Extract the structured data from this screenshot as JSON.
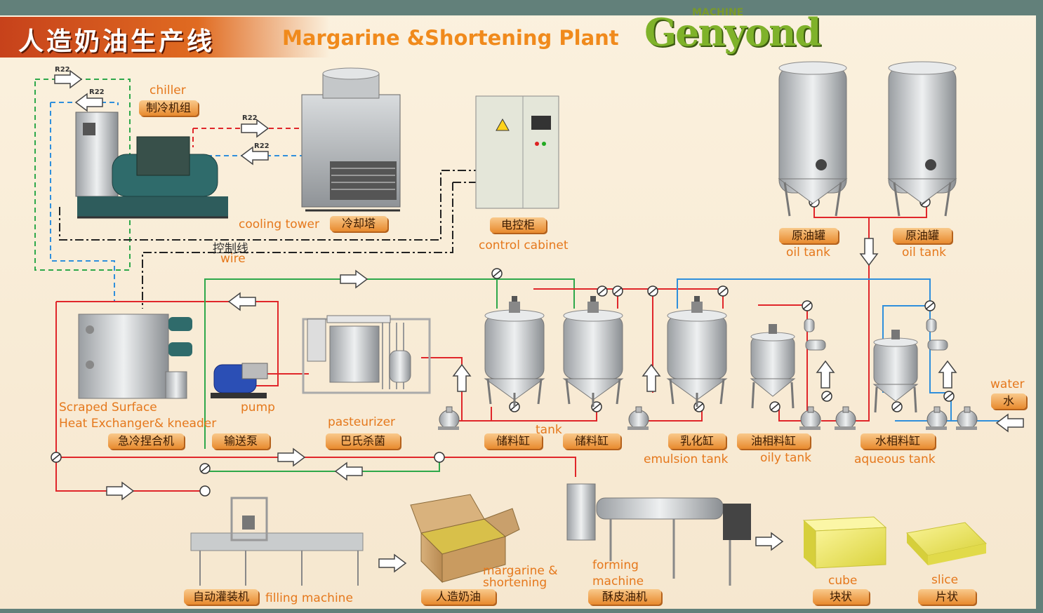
{
  "header": {
    "title_cn": "人造奶油生产线",
    "title_en": "Margarine &Shortening Plant",
    "logo_small": "MACHINE",
    "logo_main": "Genyond"
  },
  "refrigerant": {
    "label_1": "R22",
    "label_2": "R22",
    "label_3": "R22",
    "label_4": "R22"
  },
  "equipment": {
    "chiller": {
      "en": "chiller",
      "cn": "制冷机组"
    },
    "cooling_tower": {
      "en": "cooling tower",
      "cn": "冷却塔"
    },
    "control_wire": {
      "cn": "控制线",
      "en": "wire"
    },
    "control_cabinet": {
      "cn": "电控柜",
      "en": "control cabinet"
    },
    "oil_tank_1": {
      "cn": "原油罐",
      "en": "oil tank"
    },
    "oil_tank_2": {
      "cn": "原油罐",
      "en": "oil tank"
    },
    "heat_exchanger": {
      "en_1": "Scraped Surface",
      "en_2": "Heat Exchanger& kneader",
      "cn": "急冷捏合机"
    },
    "pump": {
      "en": "pump",
      "cn": "输送泵"
    },
    "pasteurizer": {
      "en": "pasteurizer",
      "cn": "巴氏杀菌"
    },
    "storage_tank": {
      "en": "tank",
      "cn_1": "储料缸",
      "cn_2": "储料缸"
    },
    "emulsion_tank": {
      "cn": "乳化缸",
      "en": "emulsion tank"
    },
    "oily_tank": {
      "cn": "油相料缸",
      "en": "oily tank"
    },
    "aqueous_tank": {
      "cn": "水相料缸",
      "en": "aqueous tank"
    },
    "water": {
      "en": "water",
      "cn": "水"
    },
    "filling_machine": {
      "cn": "自动灌装机",
      "en": "filling machine"
    },
    "product": {
      "en_1": "margarine &",
      "en_2": "shortening",
      "cn": "人造奶油"
    },
    "forming_machine": {
      "en_1": "forming",
      "en_2": "machine",
      "cn": "酥皮油机"
    },
    "cube": {
      "en": "cube",
      "cn": "块状"
    },
    "slice": {
      "en": "slice",
      "cn": "片状"
    }
  },
  "colors": {
    "hot_line": "#e0262a",
    "cold_line": "#2f8fdc",
    "green_line": "#2ea84a",
    "control_line": "#222222",
    "label_orange": "#e5781c",
    "pill_orange": "#e88a2e"
  }
}
